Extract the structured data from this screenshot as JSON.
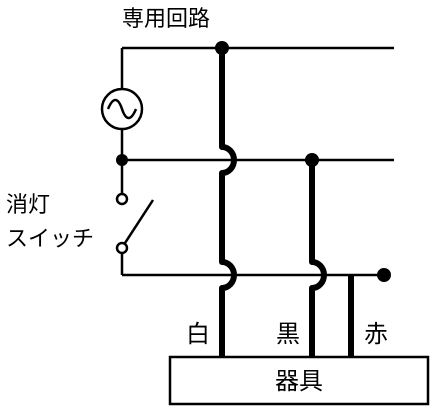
{
  "diagram": {
    "title": "専用回路",
    "switch_label_line1": "消灯",
    "switch_label_line2": "スイッチ",
    "wire_white": "白",
    "wire_black": "黒",
    "wire_red": "赤",
    "fixture_label": "器具"
  },
  "colors": {
    "line": "#000000",
    "background": "#ffffff"
  },
  "icons": {
    "source": "ac-source-icon",
    "switch": "switch-icon"
  }
}
